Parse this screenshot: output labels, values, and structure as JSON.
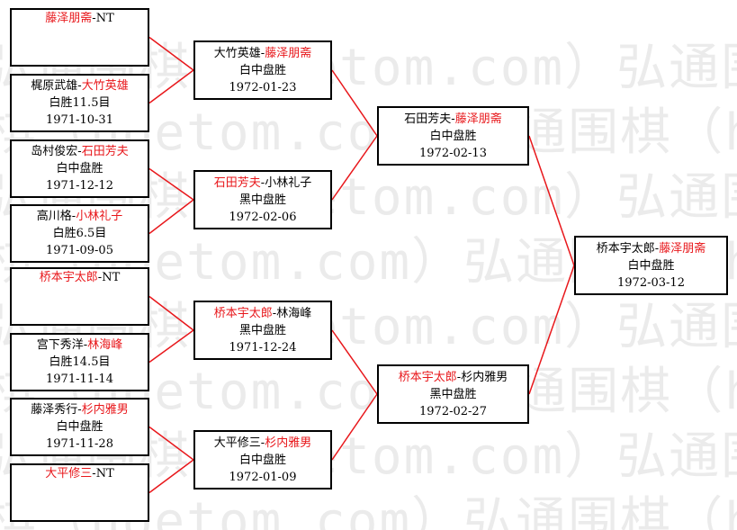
{
  "watermark": "弘通围棋（hoetom.com）",
  "colors": {
    "winner": "#e8171b",
    "line": "#e8171b",
    "text": "#000000",
    "border": "#000000"
  },
  "round1": [
    {
      "p1": "藤泽朋斋",
      "p2": "NT",
      "winner": 1,
      "result": "",
      "date": ""
    },
    {
      "p1": "梶原武雄",
      "p2": "大竹英雄",
      "winner": 2,
      "result": "白胜11.5目",
      "date": "1971-10-31"
    },
    {
      "p1": "岛村俊宏",
      "p2": "石田芳夫",
      "winner": 2,
      "result": "白中盘胜",
      "date": "1971-12-12"
    },
    {
      "p1": "高川格",
      "p2": "小林礼子",
      "winner": 2,
      "result": "白胜6.5目",
      "date": "1971-09-05"
    },
    {
      "p1": "桥本宇太郎",
      "p2": "NT",
      "winner": 1,
      "result": "",
      "date": ""
    },
    {
      "p1": "宫下秀洋",
      "p2": "林海峰",
      "winner": 2,
      "result": "白胜14.5目",
      "date": "1971-11-14"
    },
    {
      "p1": "藤泽秀行",
      "p2": "杉内雅男",
      "winner": 2,
      "result": "白中盘胜",
      "date": "1971-11-28"
    },
    {
      "p1": "大平修三",
      "p2": "NT",
      "winner": 1,
      "result": "",
      "date": ""
    }
  ],
  "round2": [
    {
      "p1": "大竹英雄",
      "p2": "藤泽朋斋",
      "winner": 2,
      "result": "白中盘胜",
      "date": "1972-01-23"
    },
    {
      "p1": "石田芳夫",
      "p2": "小林礼子",
      "winner": 1,
      "result": "黑中盘胜",
      "date": "1972-02-06"
    },
    {
      "p1": "桥本宇太郎",
      "p2": "林海峰",
      "winner": 1,
      "result": "黑中盘胜",
      "date": "1971-12-24"
    },
    {
      "p1": "大平修三",
      "p2": "杉内雅男",
      "winner": 2,
      "result": "白中盘胜",
      "date": "1972-01-09"
    }
  ],
  "round3": [
    {
      "p1": "石田芳夫",
      "p2": "藤泽朋斋",
      "winner": 2,
      "result": "白中盘胜",
      "date": "1972-02-13"
    },
    {
      "p1": "桥本宇太郎",
      "p2": "杉内雅男",
      "winner": 1,
      "result": "黑中盘胜",
      "date": "1972-02-27"
    }
  ],
  "final": [
    {
      "p1": "桥本宇太郎",
      "p2": "藤泽朋斋",
      "winner": 2,
      "result": "白中盘胜",
      "date": "1972-03-12"
    }
  ]
}
